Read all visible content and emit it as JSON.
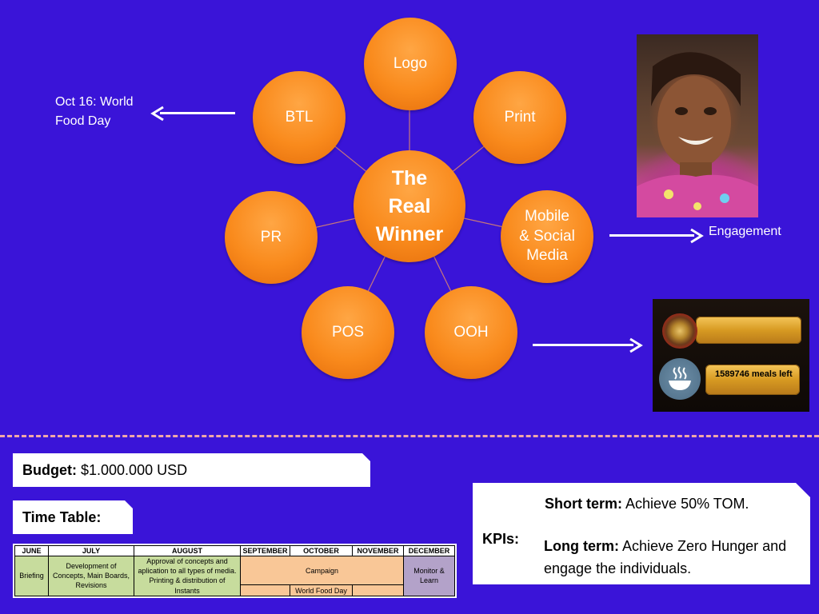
{
  "diagram": {
    "center": [
      "The",
      "Real",
      "Winner"
    ],
    "nodes": {
      "logo": "Logo",
      "print": "Print",
      "mobile": [
        "Mobile",
        "& Social",
        "Media"
      ],
      "ooh": "OOH",
      "pos": "POS",
      "pr": "PR",
      "btl": "BTL"
    }
  },
  "notes": {
    "world_food_day": [
      "Oct 16: World",
      "Food Day"
    ],
    "engagement": "Engagement",
    "meals_left": "1589746 meals left"
  },
  "budget": {
    "label": "Budget:",
    "value": "$1.000.000 USD"
  },
  "timetable": {
    "title": "Time Table:",
    "months": [
      "JUNE",
      "JULY",
      "AUGUST",
      "SEPTEMBER",
      "OCTOBER",
      "NOVEMBER",
      "DECEMBER"
    ],
    "briefing": "Briefing",
    "development": "Development of Concepts, Main Boards, Revisions",
    "approval": "Approval of concepts and aplication to all types of media. Printing & distribution of Instants",
    "campaign": "Campaign",
    "monitor": "Monitor & Learn",
    "world_food_day": "World Food Day"
  },
  "kpis": {
    "label": "KPIs:",
    "short_label": "Short term:",
    "short_value": "Achieve 50% TOM.",
    "long_label": "Long term:",
    "long_value": "Achieve Zero Hunger and engage the individuals."
  },
  "colors": {
    "background": "#3a14d8",
    "node_orange": "#f98a1c",
    "table_green": "#c7dc9d",
    "table_peach": "#f9c797",
    "table_lilac": "#b3a2c9"
  }
}
